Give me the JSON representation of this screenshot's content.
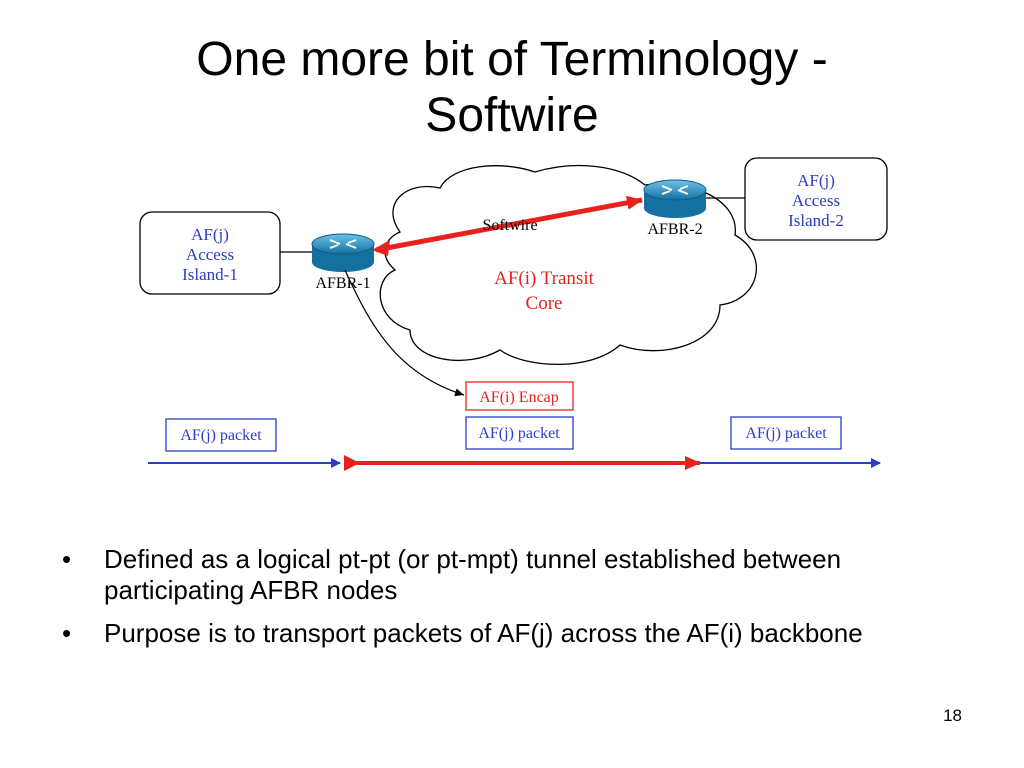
{
  "slide": {
    "title_line1": "One more bit of Terminology -",
    "title_line2": "Softwire",
    "page_number": "18"
  },
  "diagram": {
    "island1": [
      "AF(j)",
      "Access",
      "Island-1"
    ],
    "island2": [
      "AF(j)",
      "Access",
      "Island-2"
    ],
    "afbr1_label": "AFBR-1",
    "afbr2_label": "AFBR-2",
    "softwire_label": "Softwire",
    "core_label": [
      "AF(i) Transit",
      "Core"
    ],
    "encap_label": "AF(i) Encap",
    "packet_left": "AF(j) packet",
    "packet_center": "AF(j) packet",
    "packet_right": "AF(j) packet",
    "colors": {
      "red": "#e8211e",
      "blue": "#2a3dc6",
      "router": "#1f8fc4"
    }
  },
  "bullets": [
    "Defined as a logical pt-pt (or pt-mpt) tunnel established between participating AFBR nodes",
    "Purpose is to transport packets of AF(j) across the AF(i) backbone"
  ]
}
